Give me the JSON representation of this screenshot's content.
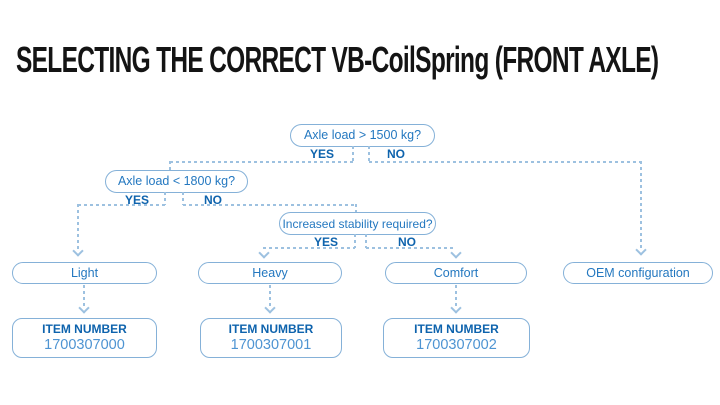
{
  "title": "SELECTING THE CORRECT VB-CoilSpring (FRONT AXLE)",
  "colors": {
    "title": "#141414",
    "accent": "#2478c0",
    "accent_dark": "#0e63ad",
    "number": "#4e94d2",
    "border": "#85b1d8",
    "line": "#9dc1e0"
  },
  "flowchart": {
    "decisions": [
      {
        "question": "Axle load > 1500 kg?",
        "yes_label": "YES",
        "no_label": "NO"
      },
      {
        "question": "Axle load < 1800 kg?",
        "yes_label": "YES",
        "no_label": "NO"
      },
      {
        "question": "Increased stability required?",
        "yes_label": "YES",
        "no_label": "NO"
      }
    ],
    "outcomes": [
      {
        "label": "Light",
        "item_label": "ITEM NUMBER",
        "item_number": "1700307000"
      },
      {
        "label": "Heavy",
        "item_label": "ITEM NUMBER",
        "item_number": "1700307001"
      },
      {
        "label": "Comfort",
        "item_label": "ITEM NUMBER",
        "item_number": "1700307002"
      },
      {
        "label": "OEM configuration"
      }
    ]
  }
}
